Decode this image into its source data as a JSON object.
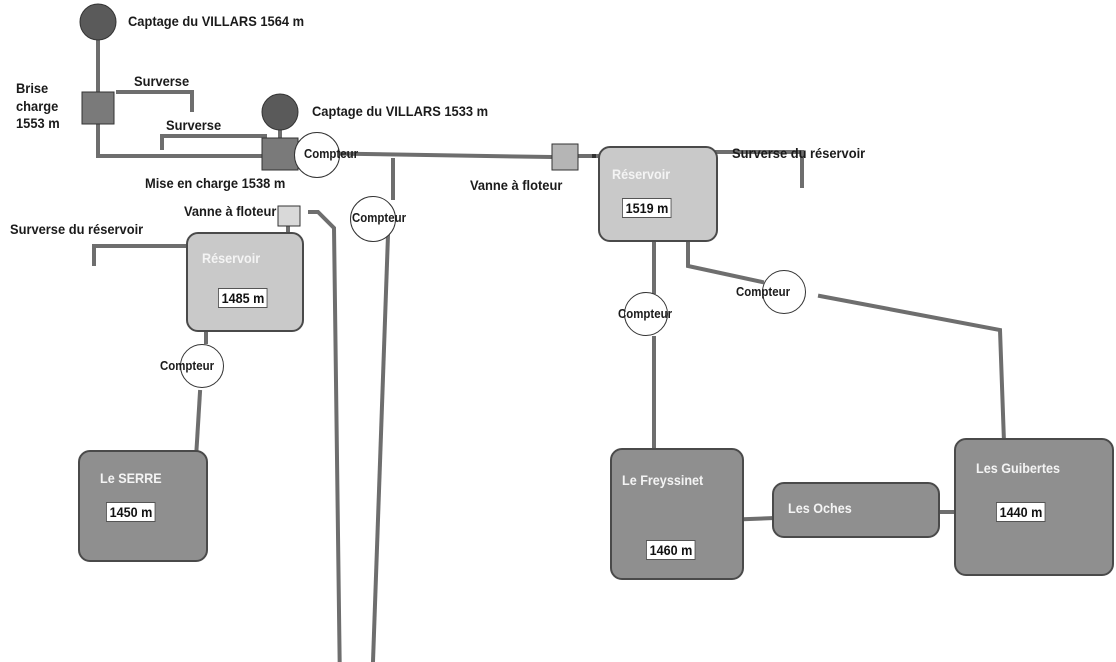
{
  "sources": {
    "villars_1564": "Captage du VILLARS 1564 m",
    "villars_1533": "Captage du VILLARS  1533 m"
  },
  "brise_charge": "Brise\ncharge\n1553 m",
  "mise_en_charge": "Mise en charge 1538 m",
  "overflows": {
    "surverse_1": "Surverse",
    "surverse_2": "Surverse",
    "surverse_reservoir_left": "Surverse du réservoir",
    "surverse_reservoir_right": "Surverse du réservoir"
  },
  "valves": {
    "left": "Vanne à floteur",
    "right": "Vanne à floteur"
  },
  "meters": {
    "m1": "Compteur",
    "m2": "Compteur",
    "m3": "Compteur",
    "m4": "Compteur",
    "m5": "Compteur"
  },
  "reservoirs": {
    "left": {
      "title": "Réservoir",
      "altitude": "1485 m"
    },
    "right": {
      "title": "Réservoir",
      "altitude": "1519 m"
    }
  },
  "villages": {
    "serre": {
      "title": "Le SERRE",
      "altitude": "1450 m"
    },
    "freyssinet": {
      "title": "Le Freyssinet",
      "altitude": "1460 m"
    },
    "oches": {
      "title": "Les Oches"
    },
    "guibertes": {
      "title": "Les Guibertes",
      "altitude": "1440 m"
    }
  },
  "colors": {
    "pipe": "#6e6e6e",
    "source": "#5a5a5a",
    "block": "#7a7a7a",
    "reservoir_light": "#c9c9c9",
    "reservoir_dark": "#8f8f8f"
  }
}
